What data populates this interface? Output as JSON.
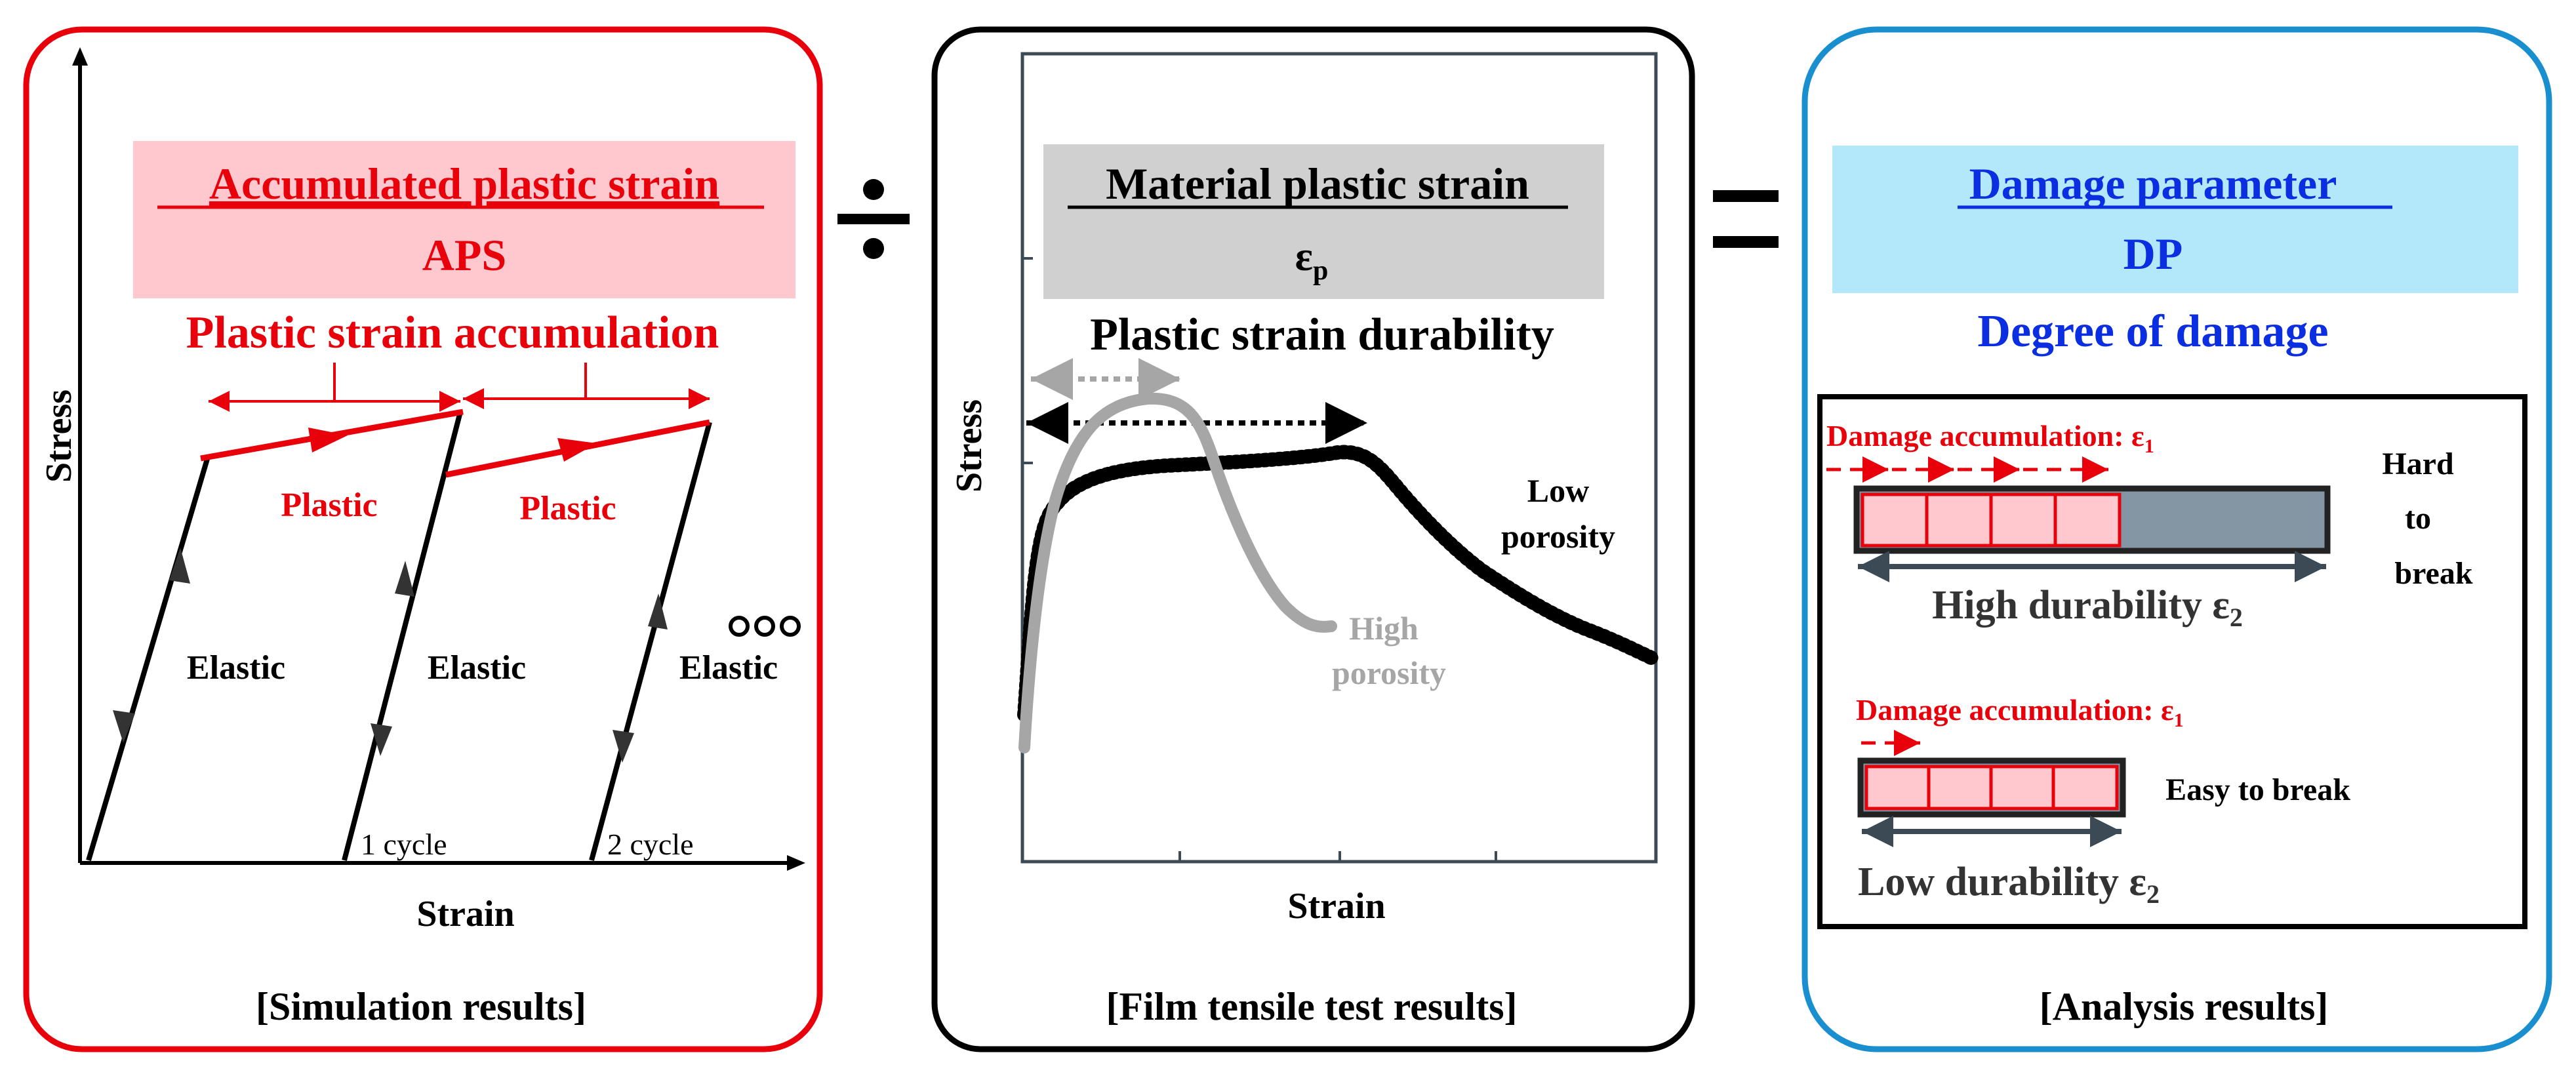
{
  "panels": {
    "simulation": {
      "title_line1": "Accumulated plastic strain",
      "title_line2": "APS",
      "subtitle": "Plastic strain accumulation",
      "plastic_label_1": "Plastic",
      "plastic_label_2": "Plastic",
      "elastic_label_1": "Elastic",
      "elastic_label_2": "Elastic",
      "elastic_label_3": "Elastic",
      "cycle_label_1": "1 cycle",
      "cycle_label_2": "2 cycle",
      "axis_y": "Stress",
      "axis_x": "Strain",
      "caption": "[Simulation results]",
      "border_color": "#e8000b"
    },
    "divide_symbol": "÷",
    "equals_symbol": "=",
    "film": {
      "title_line1": "Material plastic strain",
      "title_line2_main": "ε",
      "title_line2_sub": "p",
      "subtitle": "Plastic strain durability",
      "label_low_1": "Low",
      "label_low_2": "porosity",
      "label_high_1": "High",
      "label_high_2": "porosity",
      "axis_y": "Stress",
      "axis_x": "Strain",
      "caption": "[Film tensile test results]",
      "low_color": "#000000",
      "high_color": "#a6a6a6"
    },
    "analysis": {
      "title_line1": "Damage parameter",
      "title_line2": "DP",
      "subtitle": "Degree of damage",
      "top_accum_main": "Damage accumulation: ε",
      "top_accum_sub": "1",
      "top_side_1": "Hard",
      "top_side_2": "to",
      "top_side_3": "break",
      "top_durability_main": "High durability ε",
      "top_durability_sub": "2",
      "bottom_accum_main": "Damage accumulation: ε",
      "bottom_accum_sub": "1",
      "bottom_side": "Easy to break",
      "bottom_durability_main": "Low durability ε",
      "bottom_durability_sub": "2",
      "caption": "[Analysis results]",
      "border_color": "#1a8fcf",
      "title_color": "#0a2ee0"
    }
  }
}
